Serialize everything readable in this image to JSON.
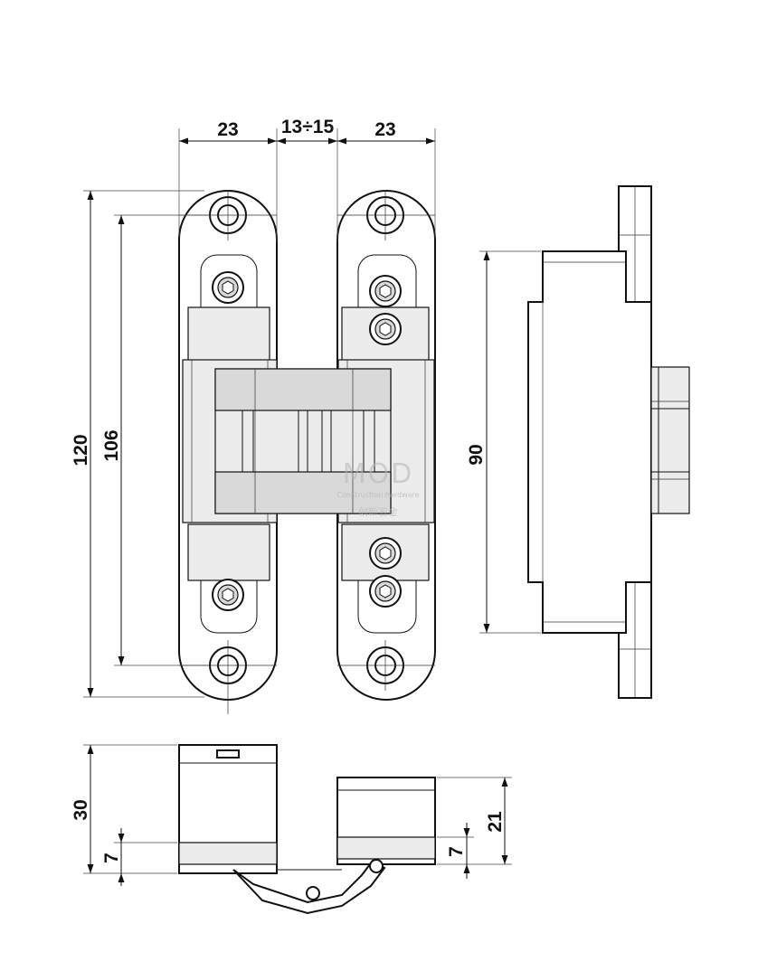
{
  "drawing": {
    "front_view": {
      "width_left_label": "23",
      "gap_label": "13÷15",
      "width_right_label": "23",
      "total_height_label": "120",
      "hole_pitch_label": "106"
    },
    "side_view": {
      "body_height_label": "90"
    },
    "bottom_view": {
      "left_depth_label": "30",
      "left_offset_label": "7",
      "right_depth_label": "21",
      "right_offset_label": "7"
    },
    "watermark": {
      "brand": "MOD",
      "subtitle": "Construction hardware",
      "chinese": "创新五金"
    }
  }
}
